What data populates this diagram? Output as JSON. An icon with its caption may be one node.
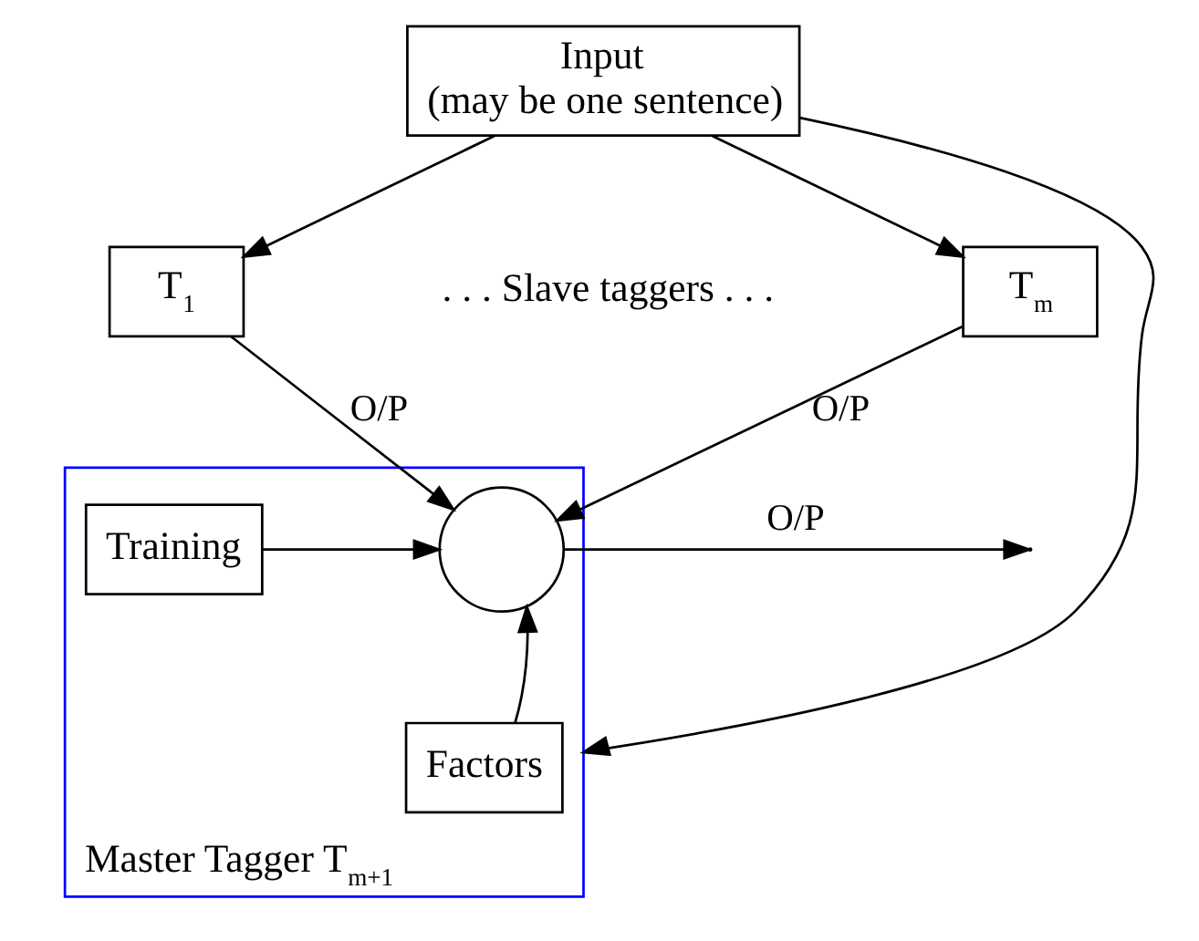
{
  "diagram": {
    "nodes": [
      {
        "text": [
          "Input",
          "(may be one sentence)"
        ]
      },
      {
        "text": [
          "T$_{1}$"
        ]
      },
      {
        "text": [
          "T$_{m}$"
        ]
      },
      {
        "text": [
          "Master Tagger T$_{m+1}$"
        ]
      },
      {
        "text": [
          "Training"
        ],
        "in": 3
      },
      {
        "text": [],
        "shape": "circle",
        "in": 3
      },
      {
        "text": [
          "Factors"
        ],
        "in": 3
      }
    ],
    "edges": [
      {
        "from": 0,
        "to": 1,
        "arrow": "to"
      },
      {
        "from": 0,
        "to": 2,
        "arrow": "to"
      },
      {
        "from": 1,
        "to": 5,
        "arrow": "to",
        "label": "O/P"
      },
      {
        "from": 2,
        "to": 5,
        "arrow": "to",
        "label": "O/P"
      },
      {
        "from": 4,
        "to": 5,
        "arrow": "to"
      },
      {
        "from": 6,
        "to": 5,
        "arrow": "to"
      },
      {
        "from": 5,
        "to": null,
        "arrow": "to",
        "label": "O/P"
      },
      {
        "from": 0,
        "to": 3,
        "arrow": "to"
      }
    ],
    "labels": [
      ". . . Slave taggers . . ."
    ]
  }
}
